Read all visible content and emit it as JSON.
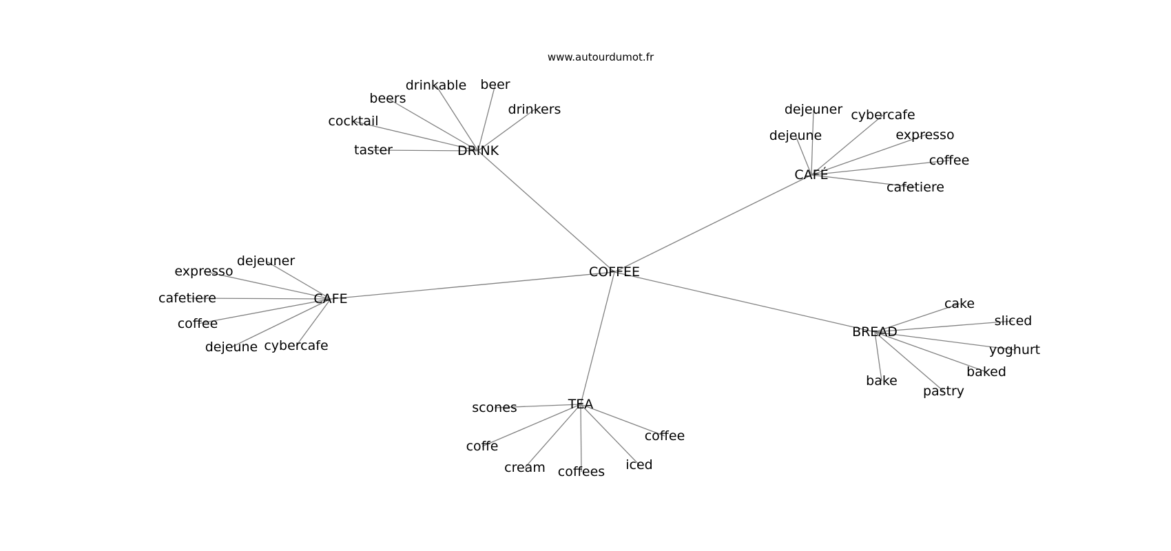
{
  "source": "www.autourdumot.fr",
  "center": {
    "id": "coffee",
    "label": "COFFEE"
  },
  "clusters": [
    {
      "id": "drink",
      "label": "DRINK",
      "leaves": [
        "taster",
        "cocktail",
        "beers",
        "drinkable",
        "beer",
        "drinkers"
      ]
    },
    {
      "id": "cafe-accent",
      "label": "CAFÉ",
      "leaves": [
        "dejeune",
        "dejeuner",
        "cybercafe",
        "expresso",
        "coffee",
        "cafetiere"
      ]
    },
    {
      "id": "cafe",
      "label": "CAFE",
      "leaves": [
        "expresso",
        "dejeuner",
        "cafetiere",
        "coffee",
        "dejeune",
        "cybercafe"
      ]
    },
    {
      "id": "bread",
      "label": "BREAD",
      "leaves": [
        "cake",
        "sliced",
        "yoghurt",
        "baked",
        "pastry",
        "bake"
      ]
    },
    {
      "id": "tea",
      "label": "TEA",
      "leaves": [
        "scones",
        "coffe",
        "cream",
        "coffees",
        "iced",
        "coffee"
      ]
    }
  ]
}
